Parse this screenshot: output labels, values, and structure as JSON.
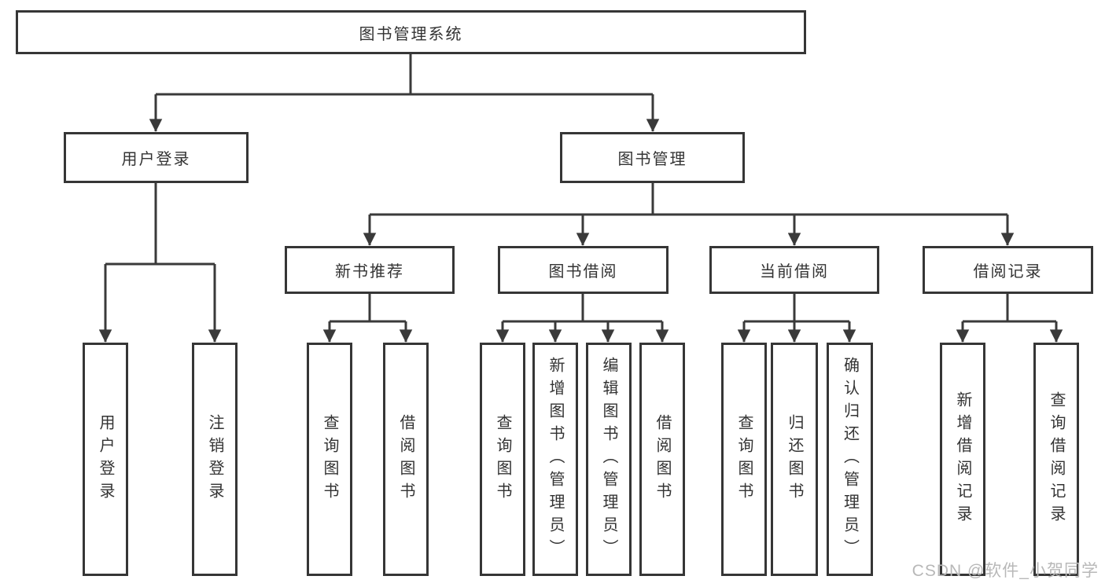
{
  "diagram": {
    "title": "图书管理系统",
    "type": "tree",
    "nodes": {
      "root": {
        "label": "图书管理系统"
      },
      "userLogin": {
        "label": "用户登录"
      },
      "bookMgmt": {
        "label": "图书管理"
      },
      "login": {
        "label": "用户登录"
      },
      "logout": {
        "label": "注销登录"
      },
      "newBookRec": {
        "label": "新书推荐"
      },
      "bookBorrow": {
        "label": "图书借阅"
      },
      "currentBorrow": {
        "label": "当前借阅"
      },
      "borrowRecords": {
        "label": "借阅记录"
      },
      "nbrQuery": {
        "label": "查询图书"
      },
      "nbrBorrow": {
        "label": "借阅图书"
      },
      "bbQuery": {
        "label": "查询图书"
      },
      "bbAdd": {
        "label": "新增图书（管理员）"
      },
      "bbEdit": {
        "label": "编辑图书（管理员）"
      },
      "bbBorrow": {
        "label": "借阅图书"
      },
      "cbQuery": {
        "label": "查询图书"
      },
      "cbReturn": {
        "label": "归还图书"
      },
      "cbConfirm": {
        "label": "确认归还（管理员）"
      },
      "brAdd": {
        "label": "新增借阅记录"
      },
      "brQuery": {
        "label": "查询借阅记录"
      }
    },
    "hierarchy": {
      "图书管理系统": {
        "用户登录": [
          "用户登录",
          "注销登录"
        ],
        "图书管理": {
          "新书推荐": [
            "查询图书",
            "借阅图书"
          ],
          "图书借阅": [
            "查询图书",
            "新增图书（管理员）",
            "编辑图书（管理员）",
            "借阅图书"
          ],
          "当前借阅": [
            "查询图书",
            "归还图书",
            "确认归还（管理员）"
          ],
          "借阅记录": [
            "新增借阅记录",
            "查询借阅记录"
          ]
        }
      }
    },
    "watermark": "CSDN @软件_小贺同学",
    "colors": {
      "line": "#3a3a3a",
      "border": "#363636",
      "text": "#333333",
      "watermark": "#b8b8b8",
      "background": "#ffffff"
    }
  }
}
